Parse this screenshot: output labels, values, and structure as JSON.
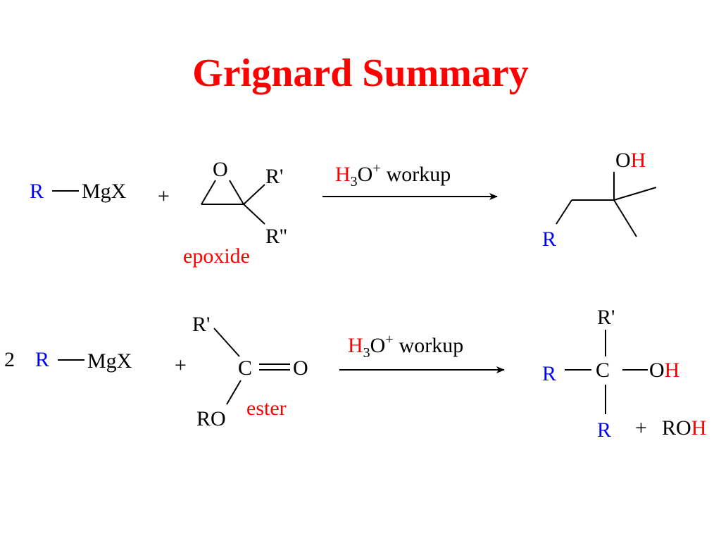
{
  "title": "Grignard Summary",
  "colors": {
    "title": "#ff0000",
    "r_group": "#0000ff",
    "hydrogen": "#ff0000",
    "label": "#ff0000",
    "text": "#000000"
  },
  "reaction1": {
    "r": "R",
    "reagent": "MgX",
    "plus": "+",
    "epoxide_o": "O",
    "r_prime": "R'",
    "r_double_prime": "R''",
    "epoxide_label": "epoxide",
    "arrow_h": "H",
    "arrow_sub": "3",
    "arrow_o": "O",
    "arrow_sup": "+",
    "arrow_workup": "workup",
    "product_o": "O",
    "product_h": "H",
    "product_r": "R"
  },
  "reaction2": {
    "coefficient": "2",
    "r": "R",
    "reagent": "MgX",
    "plus": "+",
    "ester_r_prime": "R'",
    "ester_c": "C",
    "ester_o": "O",
    "ester_ro": "RO",
    "ester_label": "ester",
    "arrow_h": "H",
    "arrow_sub": "3",
    "arrow_o": "O",
    "arrow_sup": "+",
    "arrow_workup": "workup",
    "product_r_prime": "R'",
    "product_r_left": "R",
    "product_c": "C",
    "product_o": "O",
    "product_h": "H",
    "product_r_bottom": "R",
    "byproduct_plus": "+",
    "byproduct_ro": "RO",
    "byproduct_h": "H"
  }
}
